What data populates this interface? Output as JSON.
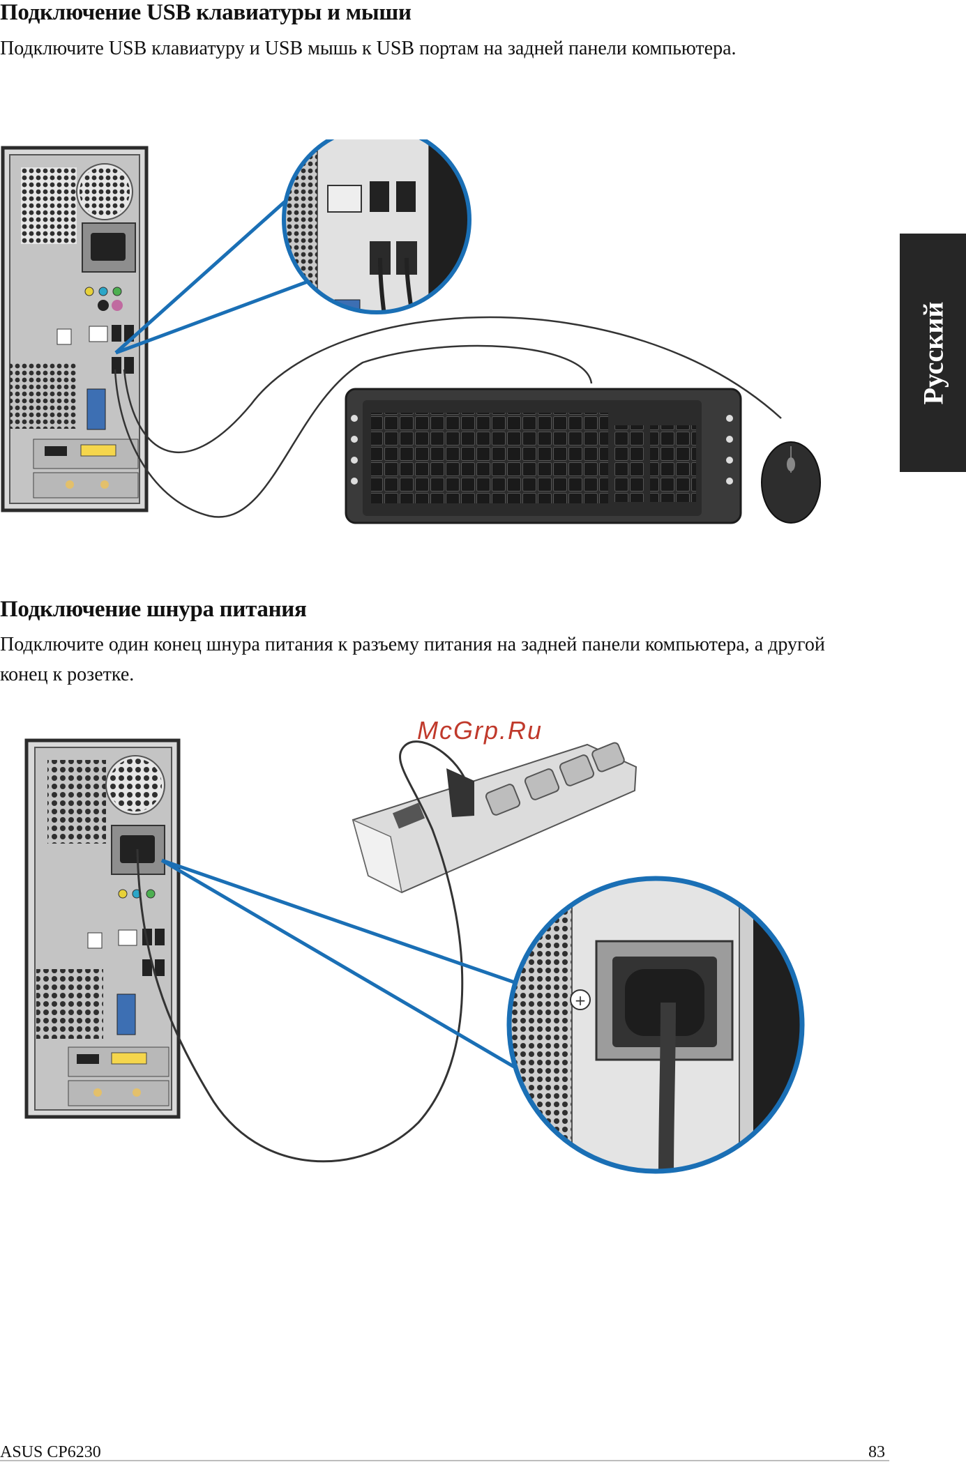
{
  "section_usb": {
    "title": "Подключение USB клавиатуры и мыши",
    "text": "Подключите USB клавиатуру и USB мышь к USB портам на задней панели компьютера."
  },
  "section_power": {
    "title": "Подключение шнура питания",
    "text": "Подключите один конец шнура питания к разъему питания на задней панели компьютера, а другой конец к розетке."
  },
  "side_tab": {
    "label": "Русский"
  },
  "watermark": "McGrp.Ru",
  "footer": {
    "model": "ASUS CP6230",
    "page": "83"
  },
  "colors": {
    "callout_blue": "#1a6fb5",
    "tab_bg": "#262626",
    "device_gray": "#9a9a9a",
    "dark": "#2b2b2b"
  }
}
